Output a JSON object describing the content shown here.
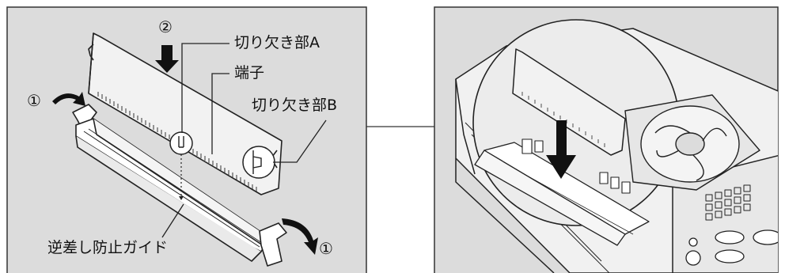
{
  "labels": {
    "notch_a": "切り欠き部A",
    "terminal": "端子",
    "notch_b": "切り欠き部B",
    "anti_reverse_guide": "逆差し防止ガイド",
    "step1_left": "①",
    "step1_right": "①",
    "step2": "②"
  },
  "colors": {
    "panel_background": "#dcdcdc",
    "panel_border": "#333333",
    "line": "#222222",
    "module_fill": "#f2f2f2"
  },
  "icons": [
    "arrow-icon",
    "fan-icon",
    "memory-module-icon",
    "memory-slot-icon"
  ]
}
